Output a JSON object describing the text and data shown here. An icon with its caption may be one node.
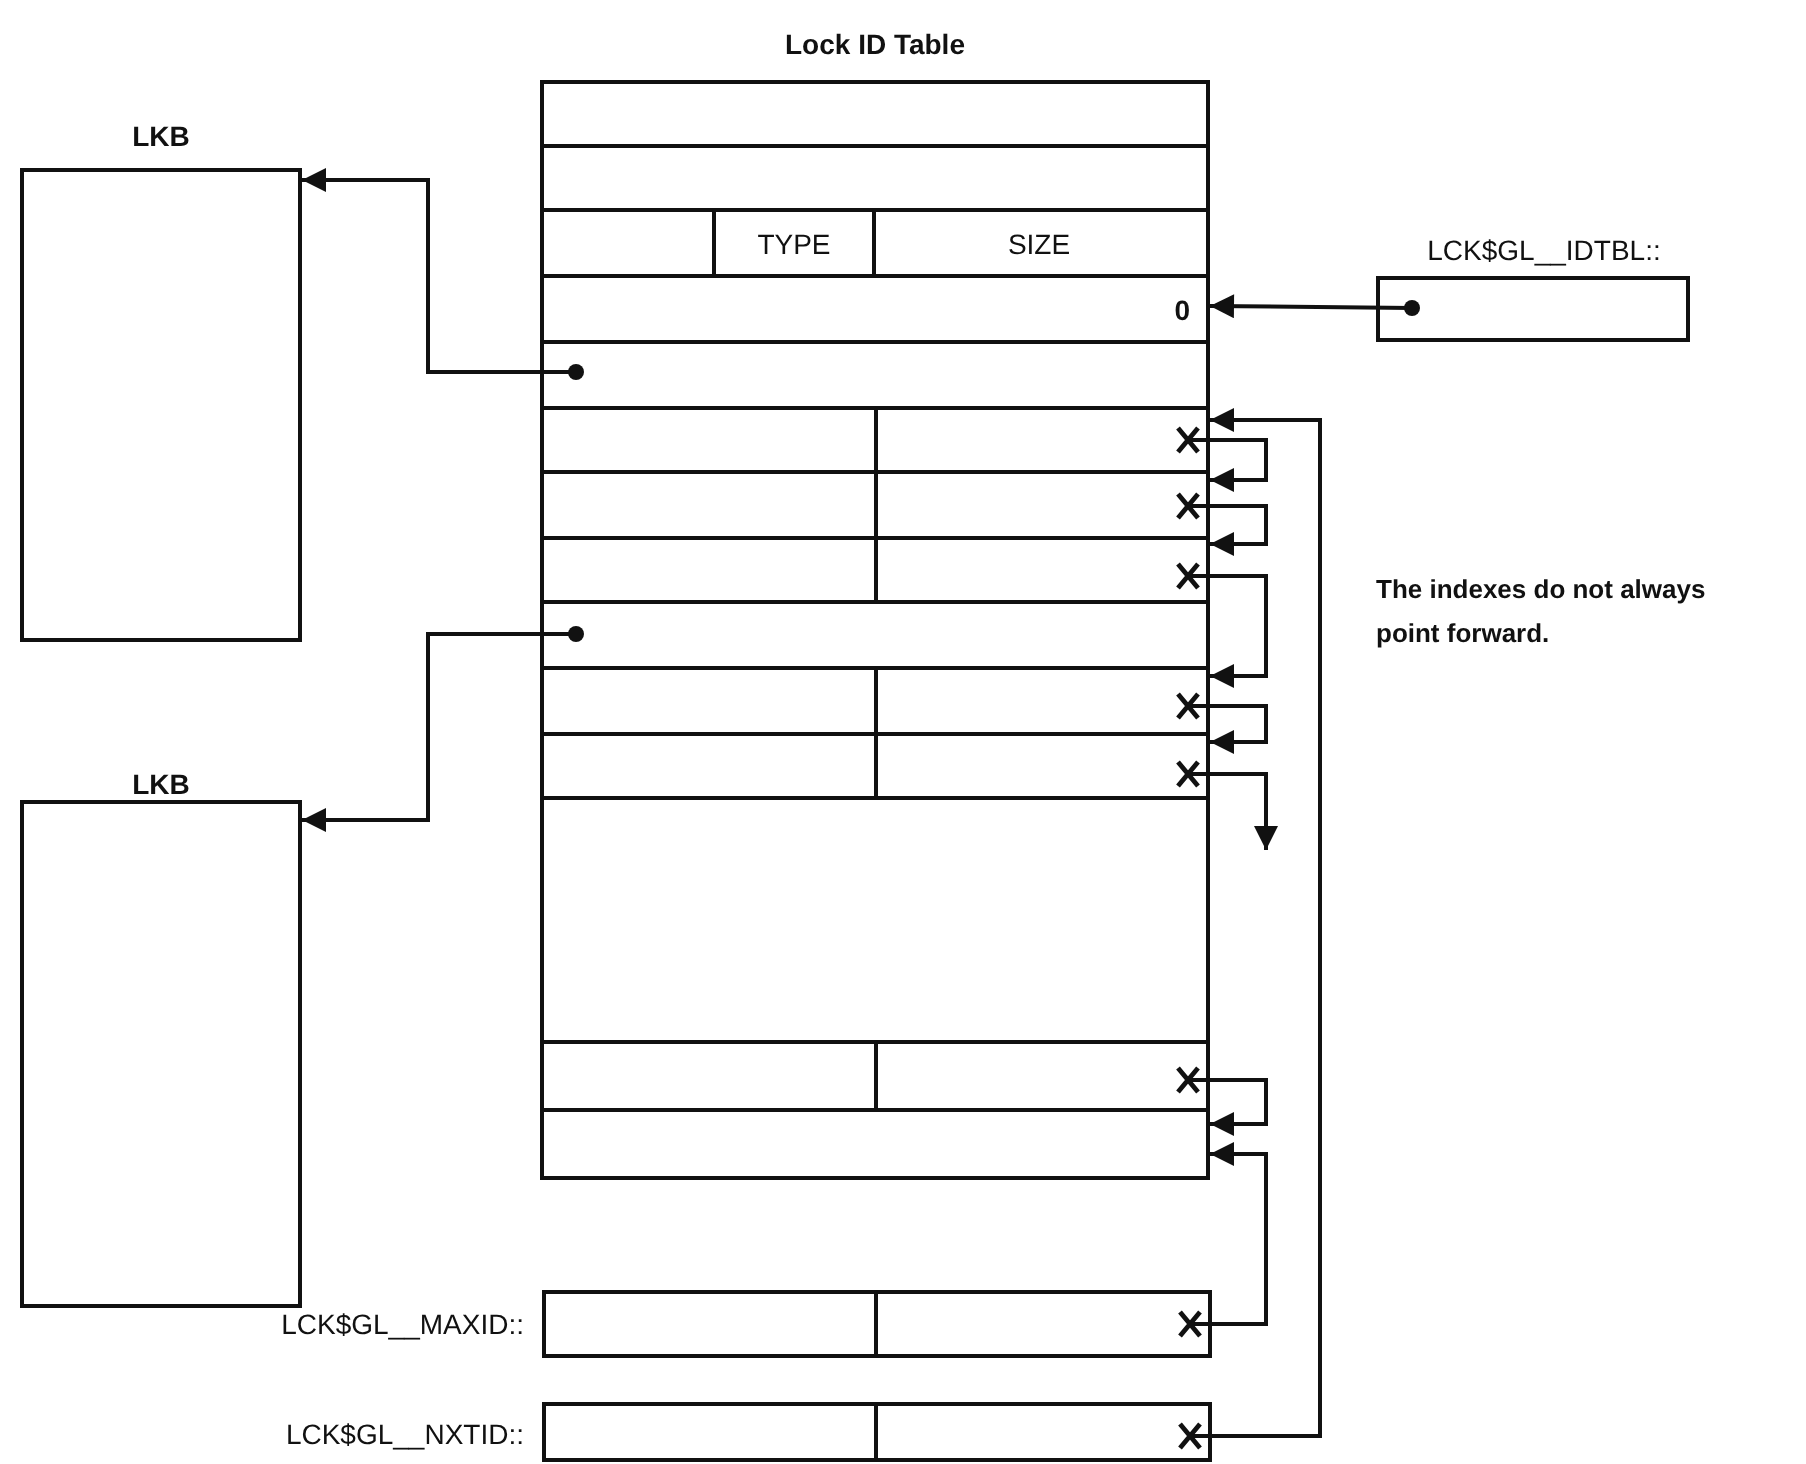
{
  "diagram": {
    "nodes": [
      {
        "text": [
          "Lock ID Table"
        ]
      },
      {
        "text": [],
        "shape": "box",
        "in": 0
      },
      {
        "text": [],
        "shape": "box",
        "in": 0
      },
      {
        "text": [
          "TYPE",
          "SIZE"
        ],
        "in": 0
      },
      {
        "text": [
          "0"
        ],
        "in": 0
      },
      {
        "text": [],
        "shape": "box",
        "in": 0
      },
      {
        "text": [],
        "shape": "box",
        "in": 0
      },
      {
        "text": [],
        "shape": "box",
        "in": 0
      },
      {
        "text": [],
        "shape": "box",
        "in": 0
      },
      {
        "text": [],
        "shape": "box",
        "in": 0
      },
      {
        "text": [],
        "shape": "box",
        "in": 0
      },
      {
        "text": [],
        "shape": "box",
        "in": 0
      },
      {
        "text": [],
        "shape": "box",
        "in": 0
      },
      {
        "text": [],
        "shape": "box",
        "in": 0
      },
      {
        "text": [],
        "shape": "box",
        "in": 0
      },
      {
        "text": [
          "LCK$GL__IDTBL::"
        ]
      },
      {
        "text": [
          "LKB"
        ]
      },
      {
        "text": [
          "LKB"
        ]
      },
      {
        "text": [
          "LCK$GL__MAXID::"
        ]
      },
      {
        "text": [
          "LCK$GL__NXTID::"
        ]
      }
    ],
    "edges": [
      {
        "from": 15,
        "to": 4,
        "arrow": "to"
      },
      {
        "from": 5,
        "to": 16,
        "arrow": "to"
      },
      {
        "from": 9,
        "to": 17,
        "arrow": "to"
      },
      {
        "from": 6,
        "to": 7,
        "arrow": "to"
      },
      {
        "from": 7,
        "to": 8,
        "arrow": "to"
      },
      {
        "from": 8,
        "to": 10,
        "arrow": "to"
      },
      {
        "from": 10,
        "to": 11,
        "arrow": "to"
      },
      {
        "from": 11,
        "to": null,
        "arrow": "to"
      },
      {
        "from": 13,
        "to": 14,
        "arrow": "to"
      },
      {
        "from": 18,
        "to": 14,
        "arrow": "to"
      },
      {
        "from": 19,
        "to": 6,
        "arrow": "to"
      }
    ],
    "labels": [
      "The indexes do not always point forward."
    ]
  }
}
